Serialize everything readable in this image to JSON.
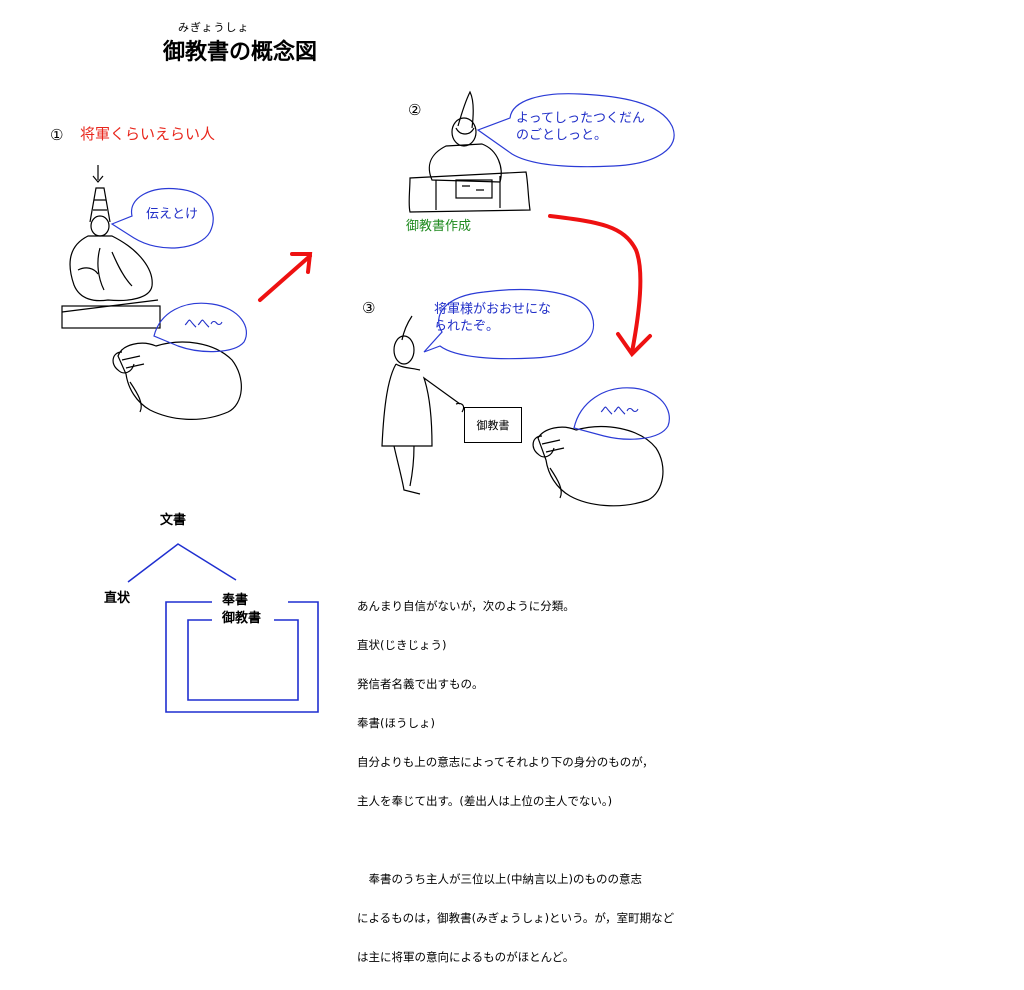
{
  "title": {
    "ruby": "みぎょうしょ",
    "text": "御教書の概念図"
  },
  "scene1": {
    "number": "①",
    "label": "将軍くらいえらい人",
    "bubble_lord": "伝えとけ",
    "bubble_servant": "へへ〜"
  },
  "scene2": {
    "number": "②",
    "bubble_lines": [
      "よってしったつくだん",
      "のごとしっと。"
    ],
    "label": "御教書作成"
  },
  "scene3": {
    "number": "③",
    "bubble_lines": [
      "将軍様がおおせにな",
      "られたぞ。"
    ],
    "document": "御教書",
    "bubble_servant": "へへ〜"
  },
  "tree": {
    "root": "文書",
    "left": "直状",
    "right_lines": [
      "奉書",
      "御教書"
    ]
  },
  "caption": [
    "あんまり自信がないが，次のように分類。",
    "直状(じきじょう)",
    "発信者名義で出すもの。",
    "奉書(ほうしょ)",
    "自分よりも上の意志によってそれより下の身分のものが，",
    "主人を奉じて出す。(差出人は上位の主人でない。)",
    "",
    "　奉書のうち主人が三位以上(中納言以上)のものの意志",
    "によるものは，御教書(みぎょうしょ)という。が，室町期など",
    "は主に将軍の意向によるものがほとんど。"
  ],
  "colors": {
    "red_text": "#e8261c",
    "blue_text": "#2230c8",
    "green_text": "#1f8a1f",
    "arrow": "#ee1111",
    "bubble_stroke": "#2b3bd6",
    "diagram_blue": "#1f2fd0"
  }
}
